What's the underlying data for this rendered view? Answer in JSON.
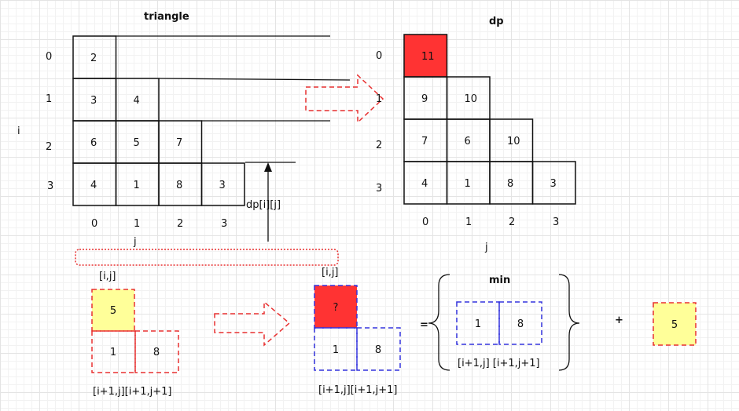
{
  "triangle": {
    "title": "triangle",
    "axis_i": "i",
    "axis_j": "j",
    "row_indices": [
      "0",
      "1",
      "2",
      "3"
    ],
    "col_indices": [
      "0",
      "1",
      "2",
      "3"
    ],
    "rows": [
      [
        "2"
      ],
      [
        "3",
        "4"
      ],
      [
        "6",
        "5",
        "7"
      ],
      [
        "4",
        "1",
        "8",
        "3"
      ]
    ]
  },
  "dp": {
    "title": "dp",
    "axis_j": "j",
    "row_indices": [
      "0",
      "1",
      "2",
      "3"
    ],
    "col_indices": [
      "0",
      "1",
      "2",
      "3"
    ],
    "rows": [
      [
        "11"
      ],
      [
        "9",
        "10"
      ],
      [
        "7",
        "6",
        "10"
      ],
      [
        "4",
        "1",
        "8",
        "3"
      ]
    ],
    "highlight_color": "#ff3333"
  },
  "arrow_label": "dp[i][j]",
  "bottom": {
    "left_top_label": "[i,j]",
    "left_top_value": "5",
    "left_bottom_values": [
      "1",
      "8"
    ],
    "left_bottom_label": "[i+1,j][i+1,j+1]",
    "mid_top_label": "[i,j]",
    "mid_top_value": "?",
    "mid_bottom_values": [
      "1",
      "8"
    ],
    "mid_bottom_label": "[i+1,j][i+1,j+1]",
    "equals": "=",
    "min_label": "min",
    "min_values": [
      "1",
      "8"
    ],
    "min_bottom_label": "[i+1,j] [i+1,j+1]",
    "plus": "+",
    "right_value": "5",
    "yellow": "#ffff99",
    "red_dash": "#e83030",
    "blue_dash": "#3333dd"
  }
}
